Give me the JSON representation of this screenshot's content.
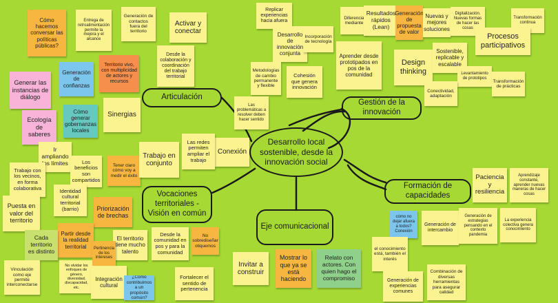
{
  "central_topic": "Desarrollo local sostenible, desde la innovación social",
  "hubs": {
    "articulacion": "Articulación",
    "gestion": "Gestión de la innovación",
    "formacion": "Formación de capacidades",
    "eje": "Eje comunicacional",
    "vocaciones": "Vocaciones territoriales - Visión en común",
    "conexion": "Conexión"
  },
  "notes": {
    "como_hacemos": "Cómo hacemos conversar las políticas públicas?",
    "entrega": "Entrega de retroalimentación permite la mejora y el alcance",
    "generacion_contactos": "Generación de contactos fuera del territorio",
    "activar": "Activar y conectar",
    "replicar": "Replicar experiencias hacia afuera",
    "diferencia": "Diferencia mediante",
    "resultados": "Resultados rápidos (Lean)",
    "generacion_propuesta": "Generación de propuesta de valor",
    "nuevas_mejores": "Nuevas y mejores soluciones",
    "digitalizacion": "Digitalización. Nuevas formas de hacer las cosas",
    "transformacion_continua": "Transformación continua",
    "procesos": "Procesos participativos",
    "desde_colaboracion": "Desde la colaboración y coordinación del trabajo territorial",
    "desarrollo_innovacion": "Desarrollo de innovación conjunta",
    "incorporacion": "Incorporación de tecnología",
    "aprender": "Aprender desde prototipados en pos de la comunidad",
    "design_thinking": "Design thinking",
    "sostenible": "Sostenible, replicable y escalable",
    "territorio_vivo": "Territorio vivo, con multiplicidad de actores y recursos",
    "generacion_confianzas": "Generación de confianzas",
    "generar_instancias": "Generar las instancias de diálogo",
    "metodologias": "Metodologías de cambio permanente y flexible",
    "cohesion": "Cohesión que genera innovación",
    "levantamiento": "Levantamiento de prototipos",
    "conectividad": "Conectividad, adaptación",
    "transformacion_practicas": "Transformación de prácticas",
    "como_generar": "Cómo generar gobernanzas locales",
    "sinergias": "Sinergias",
    "problematicas": "Las problemáticas a resolver deben hacer sentido",
    "ecologia": "Ecología de saberes",
    "ir_ampliando": "Ir ampliando los límites",
    "trabajo_vecinos": "Trabajo con los vecinos, en forma colaborativa",
    "beneficios": "Los beneficios son compartidos",
    "tener_claro": "Tener claro cómo voy a medir el éxito",
    "trabajo_conjunto": "Trabajo en conjunto",
    "redes": "Las redes permiten ampliar el trabajo",
    "paciencia": "Paciencia y resiliencia",
    "aprendizaje_constante": "Aprendizaje constante, aprender nuevas maneras de hacer cosas",
    "identidad": "Identidad cultural territorial (barrio)",
    "puesta_valor": "Puesta en valor del territorio",
    "priorizacion": "Priorización de brechas",
    "partir": "Partir desde la realidad territorial",
    "cada_territorio": "Cada territorio es distinto",
    "territorio_talento": "El territorio tiene mucho talento",
    "desde_comunidad": "Desde la comunidad en pos y para la comunidad",
    "no_sobredisenar": "No sobrediseñar otiquemos",
    "como_no_dejar": "cómo no dejar afuera a todos? Conexión",
    "generacion_intercambio": "Generación de intercambio",
    "generacion_estrategias": "Generación de estrategias pensando en el contexto pandemia",
    "experiencia_colectiva": "La experiencia colectiva genera conocimiento",
    "vinculacion": "Vinculación como eje permite interconectarse",
    "no_olvidar": "No olvidar los enfoques de género, diversidad, discapacidad, etc.",
    "pertinencia": "Pertinencia de los intereses",
    "integracion": "Integración cultural",
    "como_contribuimos": "¿Cómo contribuimos a un propósito común?",
    "fortalecer": "Fortalecer el sentido de pertenencia",
    "invitar": "Invitar a construir",
    "mostrar": "Mostrar lo que ya se está haciendo",
    "relato": "Relato con actores. Con quien hago el compromiso",
    "conocimiento": "el conocimiento está, también el interés",
    "generacion_experiencias": "Generación de experiencias comunes",
    "combinacion": "Combinación de diversas herramientas para asegurar calidad"
  }
}
